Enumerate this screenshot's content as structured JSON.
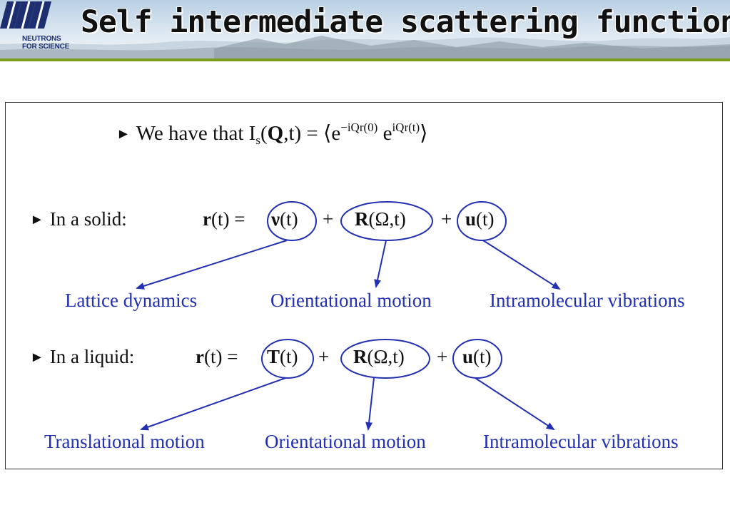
{
  "header": {
    "title": "Self intermediate scattering function",
    "logo_line1": "NEUTRONS",
    "logo_line2": "FOR SCIENCE",
    "logo_icon": "ill-logo-icon",
    "accent_color": "#7a9c1e",
    "logo_color": "#1d2f6e"
  },
  "slide": {
    "bullet_symbol": "►",
    "line1": {
      "prefix": "We have that I",
      "sub": "s",
      "open": "(",
      "q": "Q",
      "rest": ",t) = ⟨e",
      "sup1": "−iQr(0)",
      "mid": " e",
      "sup2": "iQr(t)",
      "close": "⟩"
    },
    "solid": {
      "label": "In a solid:",
      "r": "r",
      "eq": "(t) =",
      "term1_bold": "ν",
      "term1_rest": "(t)",
      "plus1": "+",
      "term2_bold": "R",
      "term2_rest": "(Ω,t)",
      "plus2": "+",
      "term3_bold": "u",
      "term3_rest": "(t)",
      "labels": [
        "Lattice dynamics",
        "Orientational motion",
        "Intramolecular vibrations"
      ]
    },
    "liquid": {
      "label": "In a liquid:",
      "r": "r",
      "eq": "(t) =",
      "term1_bold": "T",
      "term1_rest": "(t)",
      "plus1": "+",
      "term2_bold": "R",
      "term2_rest": "(Ω,t)",
      "plus2": "+",
      "term3_bold": "u",
      "term3_rest": "(t)",
      "labels": [
        "Translational motion",
        "Orientational motion",
        "Intramolecular vibrations"
      ]
    },
    "annotation_color": "#2230b3"
  }
}
